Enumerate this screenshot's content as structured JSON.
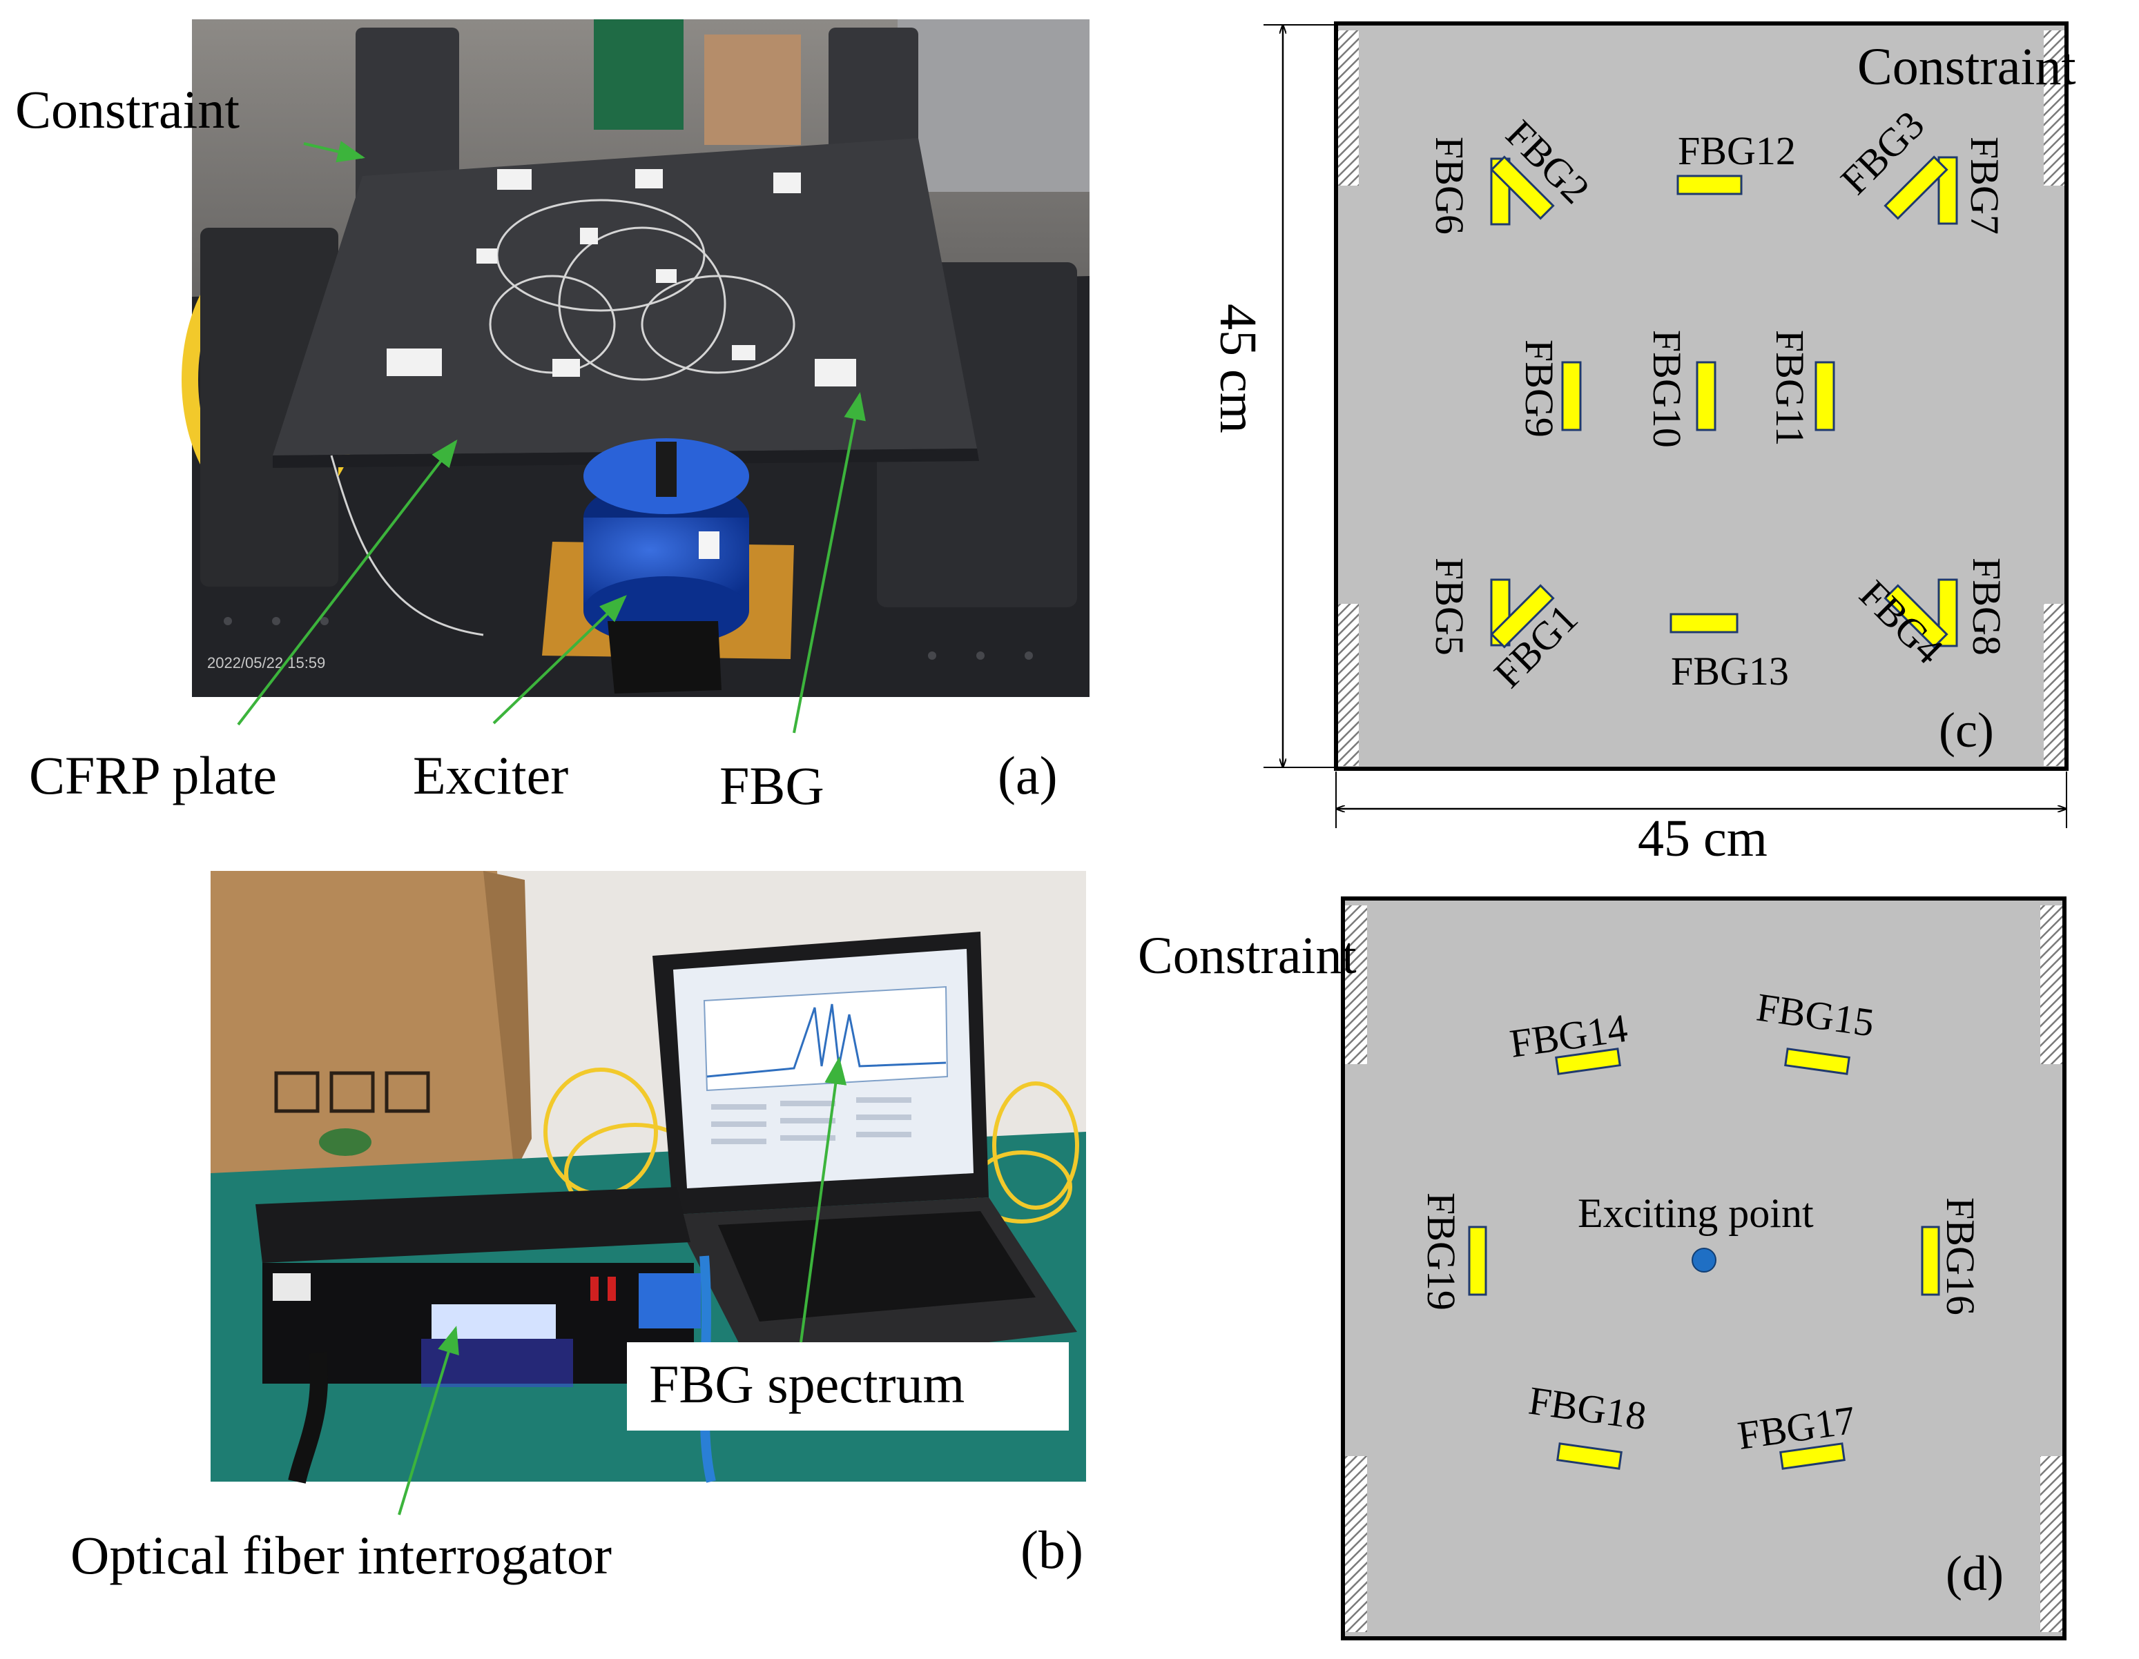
{
  "panel_a": {
    "label": "(a)",
    "callouts": {
      "constraint": "Constraint",
      "cfrp_plate": "CFRP plate",
      "exciter": "Exciter",
      "fbg": "FBG"
    },
    "timestamp": "2022/05/22 15:59"
  },
  "panel_b": {
    "label": "(b)",
    "callouts": {
      "interrogator": "Optical fiber interrogator",
      "spectrum": "FBG spectrum"
    }
  },
  "panel_c": {
    "label": "(c)",
    "constraint": "Constraint",
    "height_dim": "45 cm",
    "width_dim": "45 cm",
    "sensors": [
      "FBG1",
      "FBG2",
      "FBG3",
      "FBG4",
      "FBG5",
      "FBG6",
      "FBG7",
      "FBG8",
      "FBG9",
      "FBG10",
      "FBG11",
      "FBG12",
      "FBG13"
    ]
  },
  "panel_d": {
    "label": "(d)",
    "constraint": "Constraint",
    "exciting_point": "Exciting point",
    "sensors": [
      "FBG14",
      "FBG15",
      "FBG16",
      "FBG17",
      "FBG18",
      "FBG19"
    ]
  },
  "colors": {
    "plate": "#c0c0c0",
    "sensor_fill": "#ffff00",
    "sensor_stroke": "#1f3a6e",
    "arrow": "#3cb43c",
    "exciting_point": "#1f6fc4",
    "hatch": "#7a7a7a"
  }
}
